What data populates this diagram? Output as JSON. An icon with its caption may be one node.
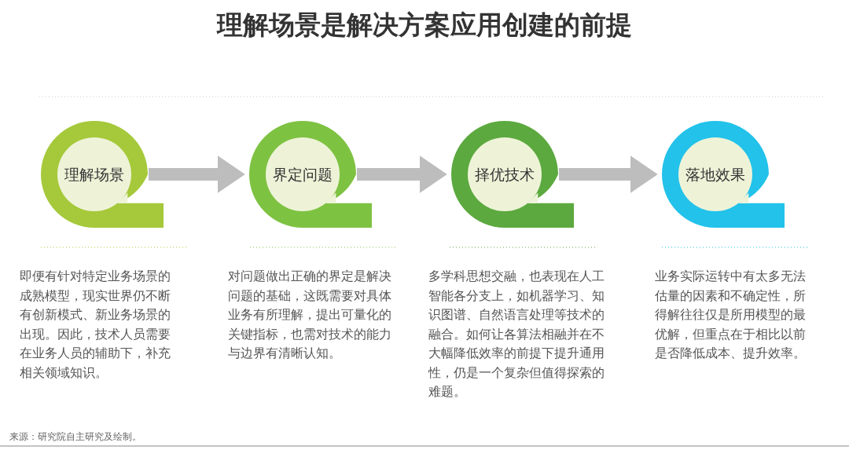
{
  "diagram": {
    "title": "理解场景是解决方案应用创建的前提",
    "nodes": [
      {
        "text": [
          "理解场景"
        ],
        "beside": [
          "即便有针对特定业务场景的成熟模型，现实世界仍不断有创新模式、新业务场景的出现。因此，技术人员需要在业务人员的辅助下，补充相关领域知识。"
        ]
      },
      {
        "text": [
          "界定问题"
        ],
        "beside": [
          "对问题做出正确的界定是解决问题的基础，这既需要对具体业务有所理解，提出可量化的关键指标，也需对技术的能力与边界有清晰认知。"
        ]
      },
      {
        "text": [
          "择优技术"
        ],
        "beside": [
          "多学科思想交融，也表现在人工智能各分支上，如机器学习、知识图谱、自然语言处理等技术的融合。如何让各算法相融并在不大幅降低效率的前提下提升通用性，仍是一个复杂但值得探索的难题。"
        ]
      },
      {
        "text": [
          "落地效果"
        ],
        "beside": [
          "业务实际运转中有太多无法估量的因素和不确定性，所得解往往仅是所用模型的最优解，但重点在于相比以前是否降低成本、提升效率。"
        ]
      }
    ],
    "edges": [
      {
        "from": 0,
        "to": 1,
        "arrow": "to"
      },
      {
        "from": 1,
        "to": 2,
        "arrow": "to"
      },
      {
        "from": 2,
        "to": 3,
        "arrow": "to"
      }
    ],
    "labels": [
      "来源：研究院自主研究及绘制。"
    ]
  }
}
